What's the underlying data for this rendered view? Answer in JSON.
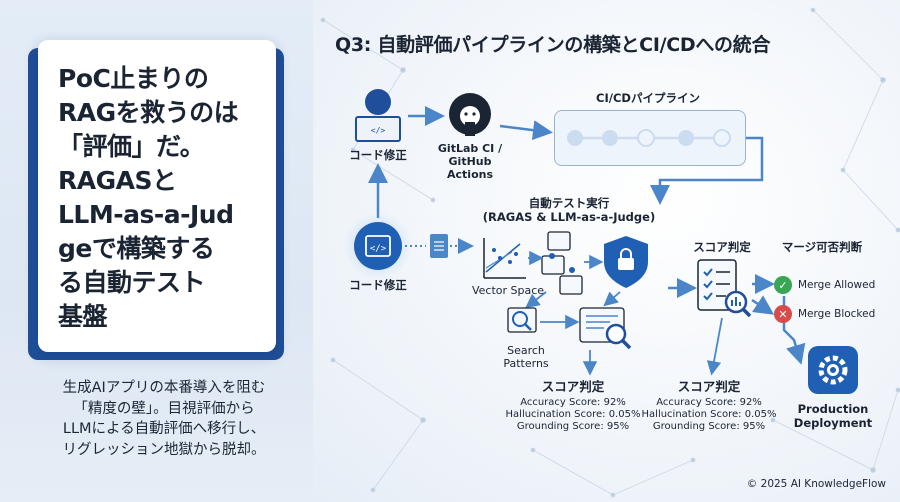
{
  "left": {
    "headline": "PoC止まりの\nRAGを救うのは\n「評価」だ。\nRAGASと\nLLM-as-a-Jud\ngeで構築する\nる自動テスト\n基盤",
    "description": "生成AIアプリの本番導入を阻む\n「精度の壁」。目視評価から\nLLMによる自動評価へ移行し、\nリグレッション地獄から脱却。"
  },
  "diagram": {
    "title": "Q3:  自動評価パイプラインの構築とCI/CDへの統合",
    "developer_label": "コード修正",
    "gitlab_label": "GitLab CI /\nGitHub Actions",
    "pipeline_label": "CI/CDパイプライン",
    "code_label": "コード修正",
    "test_title": "自動テスト実行\n(RAGAS & LLM-as-a-Judge)",
    "vector_label": "Vector Space",
    "search_label": "Search Patterns",
    "score_judge_label": "スコア判定",
    "merge_judge_label": "マージ可否判断",
    "merge_allowed": "Merge Allowed",
    "merge_blocked": "Merge Blocked",
    "production_label": "Production\nDeployment",
    "score_boxes": [
      {
        "title": "スコア判定",
        "lines": [
          "Accuracy Score: 92%",
          "Hallucination Score: 0.05%",
          "Grounding Score: 95%"
        ]
      },
      {
        "title": "スコア判定",
        "lines": [
          "Accuracy Score: 92%",
          "Hallucination Score: 0.05%",
          "Grounding Score: 95%"
        ]
      }
    ],
    "colors": {
      "primary": "#1f5fb4",
      "arrow": "#4b86c9",
      "allowed": "#3aa655",
      "blocked": "#d94a4a"
    }
  },
  "footer": "© 2025 AI KnowledgeFlow"
}
